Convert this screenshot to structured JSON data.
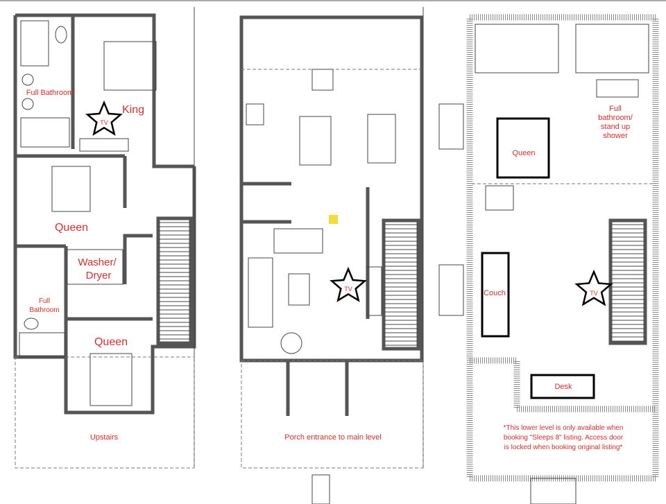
{
  "levels": {
    "upstairs": {
      "caption": "Upstairs",
      "rooms": {
        "full_bathroom_top": "Full Bathroom",
        "king": "King",
        "queen_1": "Queen",
        "washer_line1": "Washer/",
        "washer_line2": "Dryer",
        "full_bath_line1": "Full",
        "full_bath_line2": "Bathroom",
        "queen_2": "Queen"
      },
      "tv": "TV"
    },
    "main": {
      "caption": "Porch entrance to main level",
      "tv": "TV"
    },
    "lower": {
      "queen": "Queen",
      "bath_line1": "Full",
      "bath_line2": "bathroom/",
      "bath_line3": "stand up",
      "bath_line4": "shower",
      "couch": "Couch",
      "desk": "Desk",
      "tv": "TV",
      "note_line1": "*This lower level is only available when",
      "note_line2": "booking \"Sleeps 8\" listing. Access door",
      "note_line3": "is locked when booking original listing*"
    }
  },
  "colors": {
    "label": "#e32b2b",
    "marker": "#f2dc3c"
  }
}
